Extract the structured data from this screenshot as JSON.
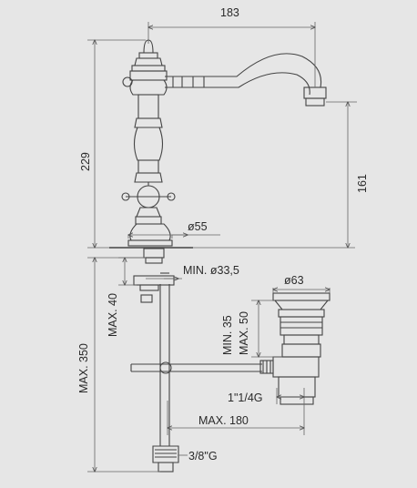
{
  "colors": {
    "background": "#e6e6e6",
    "line": "#444444",
    "dim": "#666666",
    "text": "#2a2a2a"
  },
  "dimensions": {
    "spout_reach": "183",
    "total_height": "229",
    "spout_height": "161",
    "base_diameter": "ø55",
    "hole_min_diameter": "MIN. ø33,5",
    "max_deck_thickness": "MAX. 40",
    "max_tail_length": "MAX. 350",
    "waste_diameter": "ø63",
    "waste_min": "MIN. 35",
    "waste_max": "MAX. 50",
    "waste_thread": "1\"1/4G",
    "pop_up_max": "MAX. 180",
    "supply_connection": "3/8\"G"
  }
}
